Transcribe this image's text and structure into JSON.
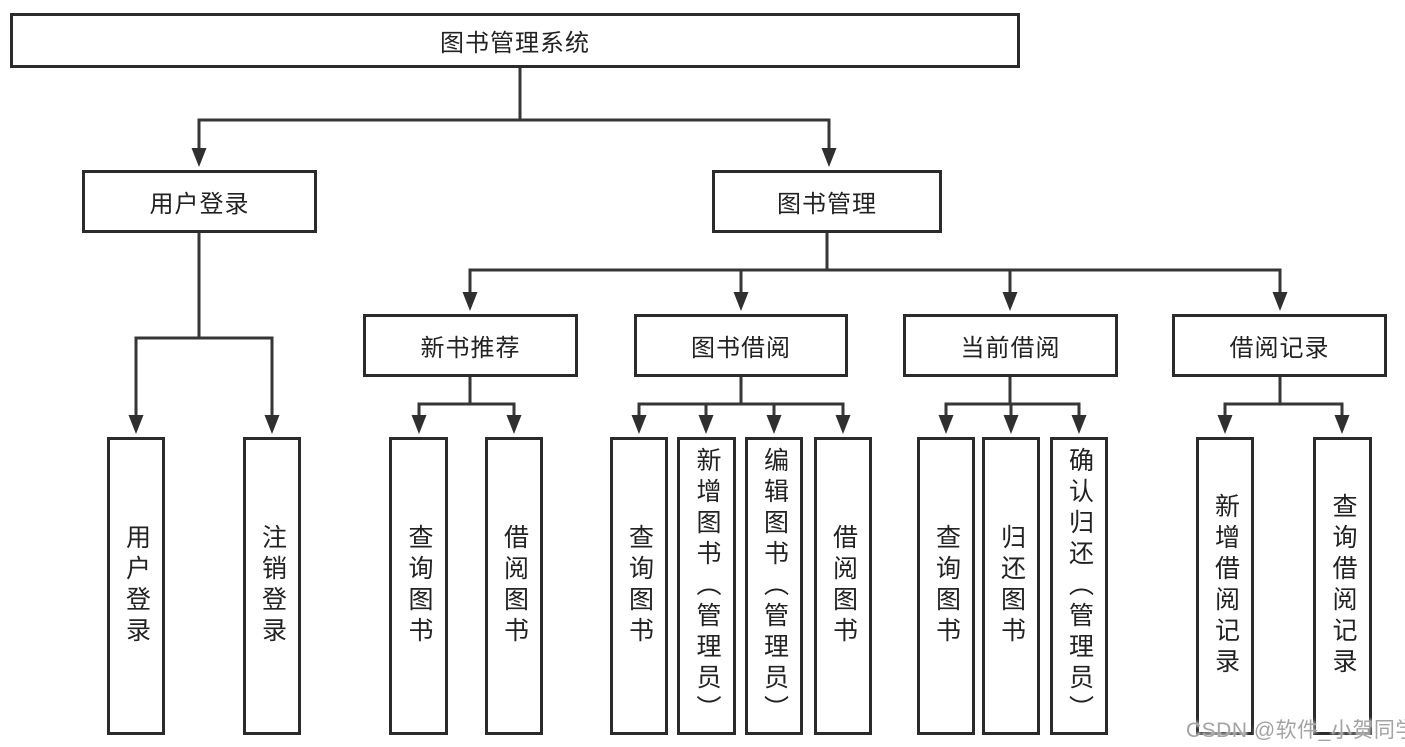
{
  "nodes": {
    "root": "图书管理系统",
    "user_login": "用户登录",
    "book_management": "图书管理",
    "new_book_recommend": "新书推荐",
    "book_borrowing": "图书借阅",
    "current_borrowing": "当前借阅",
    "borrowing_records": "借阅记录",
    "leaf_user_login": "用户登录",
    "leaf_logout_login": "注销登录",
    "leaf_nbr_query_books": "查询图书",
    "leaf_nbr_borrow_books": "借阅图书",
    "leaf_bb_query_books": "查询图书",
    "leaf_bb_add_books": "新增图书（管理员）",
    "leaf_bb_edit_books": "编辑图书（管理员）",
    "leaf_bb_borrow_books": "借阅图书",
    "leaf_cb_query_books": "查询图书",
    "leaf_cb_return_books": "归还图书",
    "leaf_cb_confirm_return": "确认归还（管理员）",
    "leaf_br_add_record": "新增借阅记录",
    "leaf_br_query_record": "查询借阅记录"
  },
  "watermark": {
    "text": "CSDN @软件_小贺同学"
  },
  "colors": {
    "line": "#363636",
    "box_border": "#2b2b2b",
    "text": "#222222",
    "watermark": "#a3a3a3",
    "background": "#ffffff"
  }
}
